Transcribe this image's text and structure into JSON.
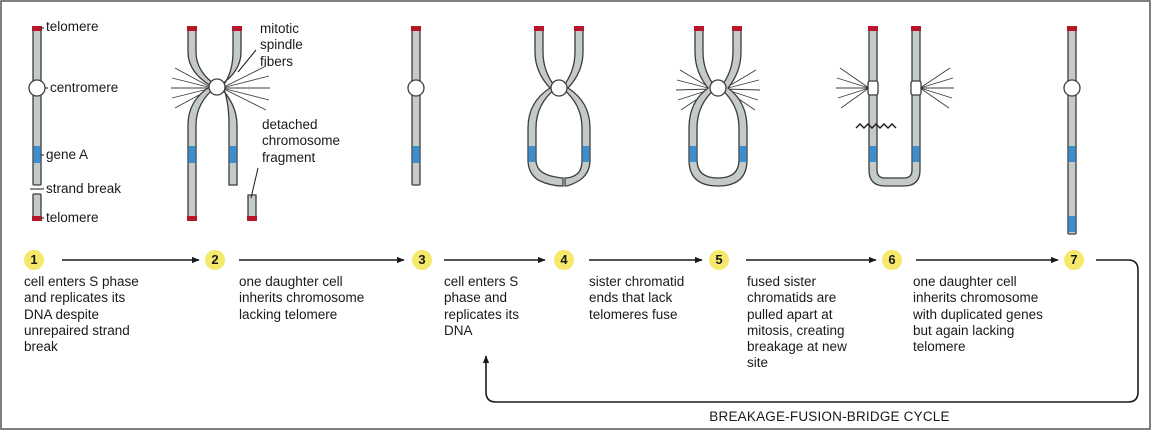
{
  "part_labels": {
    "telomere_top": "telomere",
    "centromere": "centromere",
    "gene_a": "gene A",
    "strand_break": "strand break",
    "telomere_bottom": "telomere",
    "spindle": [
      "mitotic",
      "spindle",
      "fibers"
    ],
    "fragment": [
      "detached",
      "chromosome",
      "fragment"
    ]
  },
  "steps": [
    {
      "num": "1",
      "caption": [
        "cell enters S phase",
        "and replicates its",
        "DNA despite",
        "unrepaired strand",
        "break"
      ]
    },
    {
      "num": "2",
      "caption": [
        "one daughter cell",
        "inherits chromosome",
        "lacking telomere"
      ]
    },
    {
      "num": "3",
      "caption": [
        "cell enters S",
        "phase and",
        "replicates its",
        "DNA"
      ]
    },
    {
      "num": "4",
      "caption": [
        "sister chromatid",
        "ends that lack",
        "telomeres fuse"
      ]
    },
    {
      "num": "5",
      "caption": [
        "fused sister",
        "chromatids are",
        "pulled apart at",
        "mitosis, creating",
        "breakage at new",
        "site"
      ]
    },
    {
      "num": "6",
      "caption": [
        "one daughter cell",
        "inherits chromosome",
        "with duplicated genes",
        "but again lacking",
        "telomere"
      ]
    },
    {
      "num": "7",
      "caption": []
    }
  ],
  "cycle_label": "BREAKAGE-FUSION-BRIDGE CYCLE",
  "colors": {
    "chromatid_fill": "#c4c9ca",
    "chromatid_outline": "#3c3c3c",
    "telomere": "#b8142a",
    "gene": "#3b8fd0",
    "badge": "#f4e96a",
    "border": "#555555"
  }
}
